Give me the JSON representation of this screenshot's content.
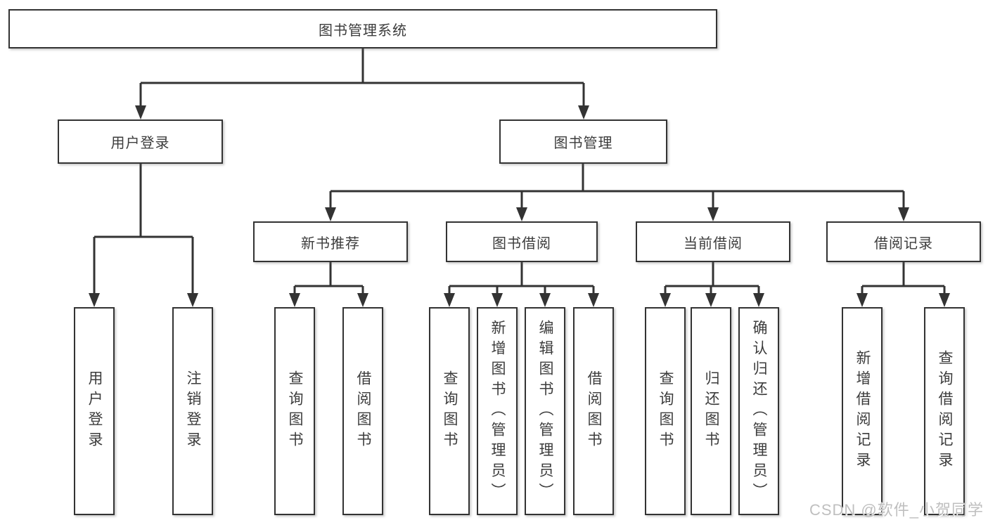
{
  "tree": {
    "root": "图书管理系统",
    "level2": {
      "user_login": "用户登录",
      "book_management": "图书管理"
    },
    "level3": {
      "new_books": "新书推荐",
      "book_borrow": "图书借阅",
      "current_borrow": "当前借阅",
      "borrow_records": "借阅记录"
    },
    "leaves": {
      "user_login_children": [
        "用户登录",
        "注销登录"
      ],
      "new_books_children": [
        "查询图书",
        "借阅图书"
      ],
      "book_borrow_children": [
        "查询图书",
        "新增图书（管理员）",
        "编辑图书（管理员）",
        "借阅图书"
      ],
      "current_borrow_children": [
        "查询图书",
        "归还图书",
        "确认归还（管理员）"
      ],
      "borrow_records_children": [
        "新增借阅记录",
        "查询借阅记录"
      ]
    }
  },
  "watermark": "CSDN @软件_小贺同学",
  "colors": {
    "line": "#333333",
    "text": "#3c3c3c",
    "background": "#ffffff",
    "watermark": "#bfbfbf"
  }
}
